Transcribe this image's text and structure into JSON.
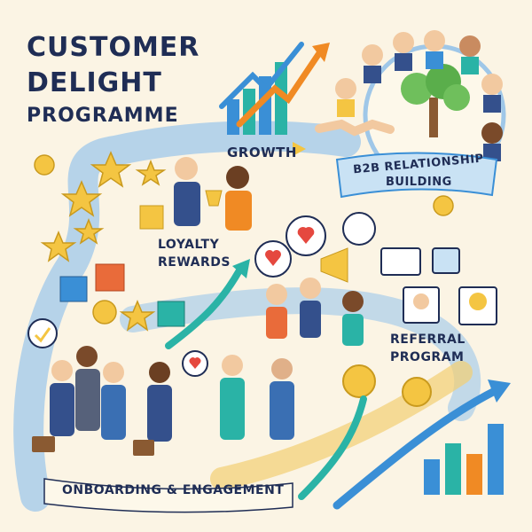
{
  "title": {
    "line1": "CUSTOMER",
    "line2": "DELIGHT",
    "line3": "PROGRAMME"
  },
  "labels": {
    "growth": "GROWTH",
    "b2b_line1": "B2B RELATIONSHIP",
    "b2b_line2": "BUILDING",
    "loyalty_line1": "LOYALTY",
    "loyalty_line2": "REWARDS",
    "referral_line1": "REFERRAL",
    "referral_line2": "PROGRAM",
    "onboarding": "ONBOARDING & ENGAGEMENT"
  },
  "colors": {
    "background": "#fbf4e4",
    "ink": "#1f2d55",
    "path_blue": "#a9cdea",
    "gold": "#f4c542",
    "navy_suit": "#34508c",
    "arrow_orange": "#f08a24",
    "arrow_blue": "#3a8fd6",
    "arrow_teal": "#2ab3a6",
    "heart_red": "#e5483f"
  },
  "icons": [
    "star-icon",
    "gift-icon",
    "smiley-icon",
    "heart-icon",
    "megaphone-icon",
    "handshake-icon",
    "tree-icon",
    "trophy-icon",
    "bar-chart-icon",
    "arrow-up-icon",
    "profile-card-icon",
    "link-icon",
    "briefcase-icon"
  ]
}
